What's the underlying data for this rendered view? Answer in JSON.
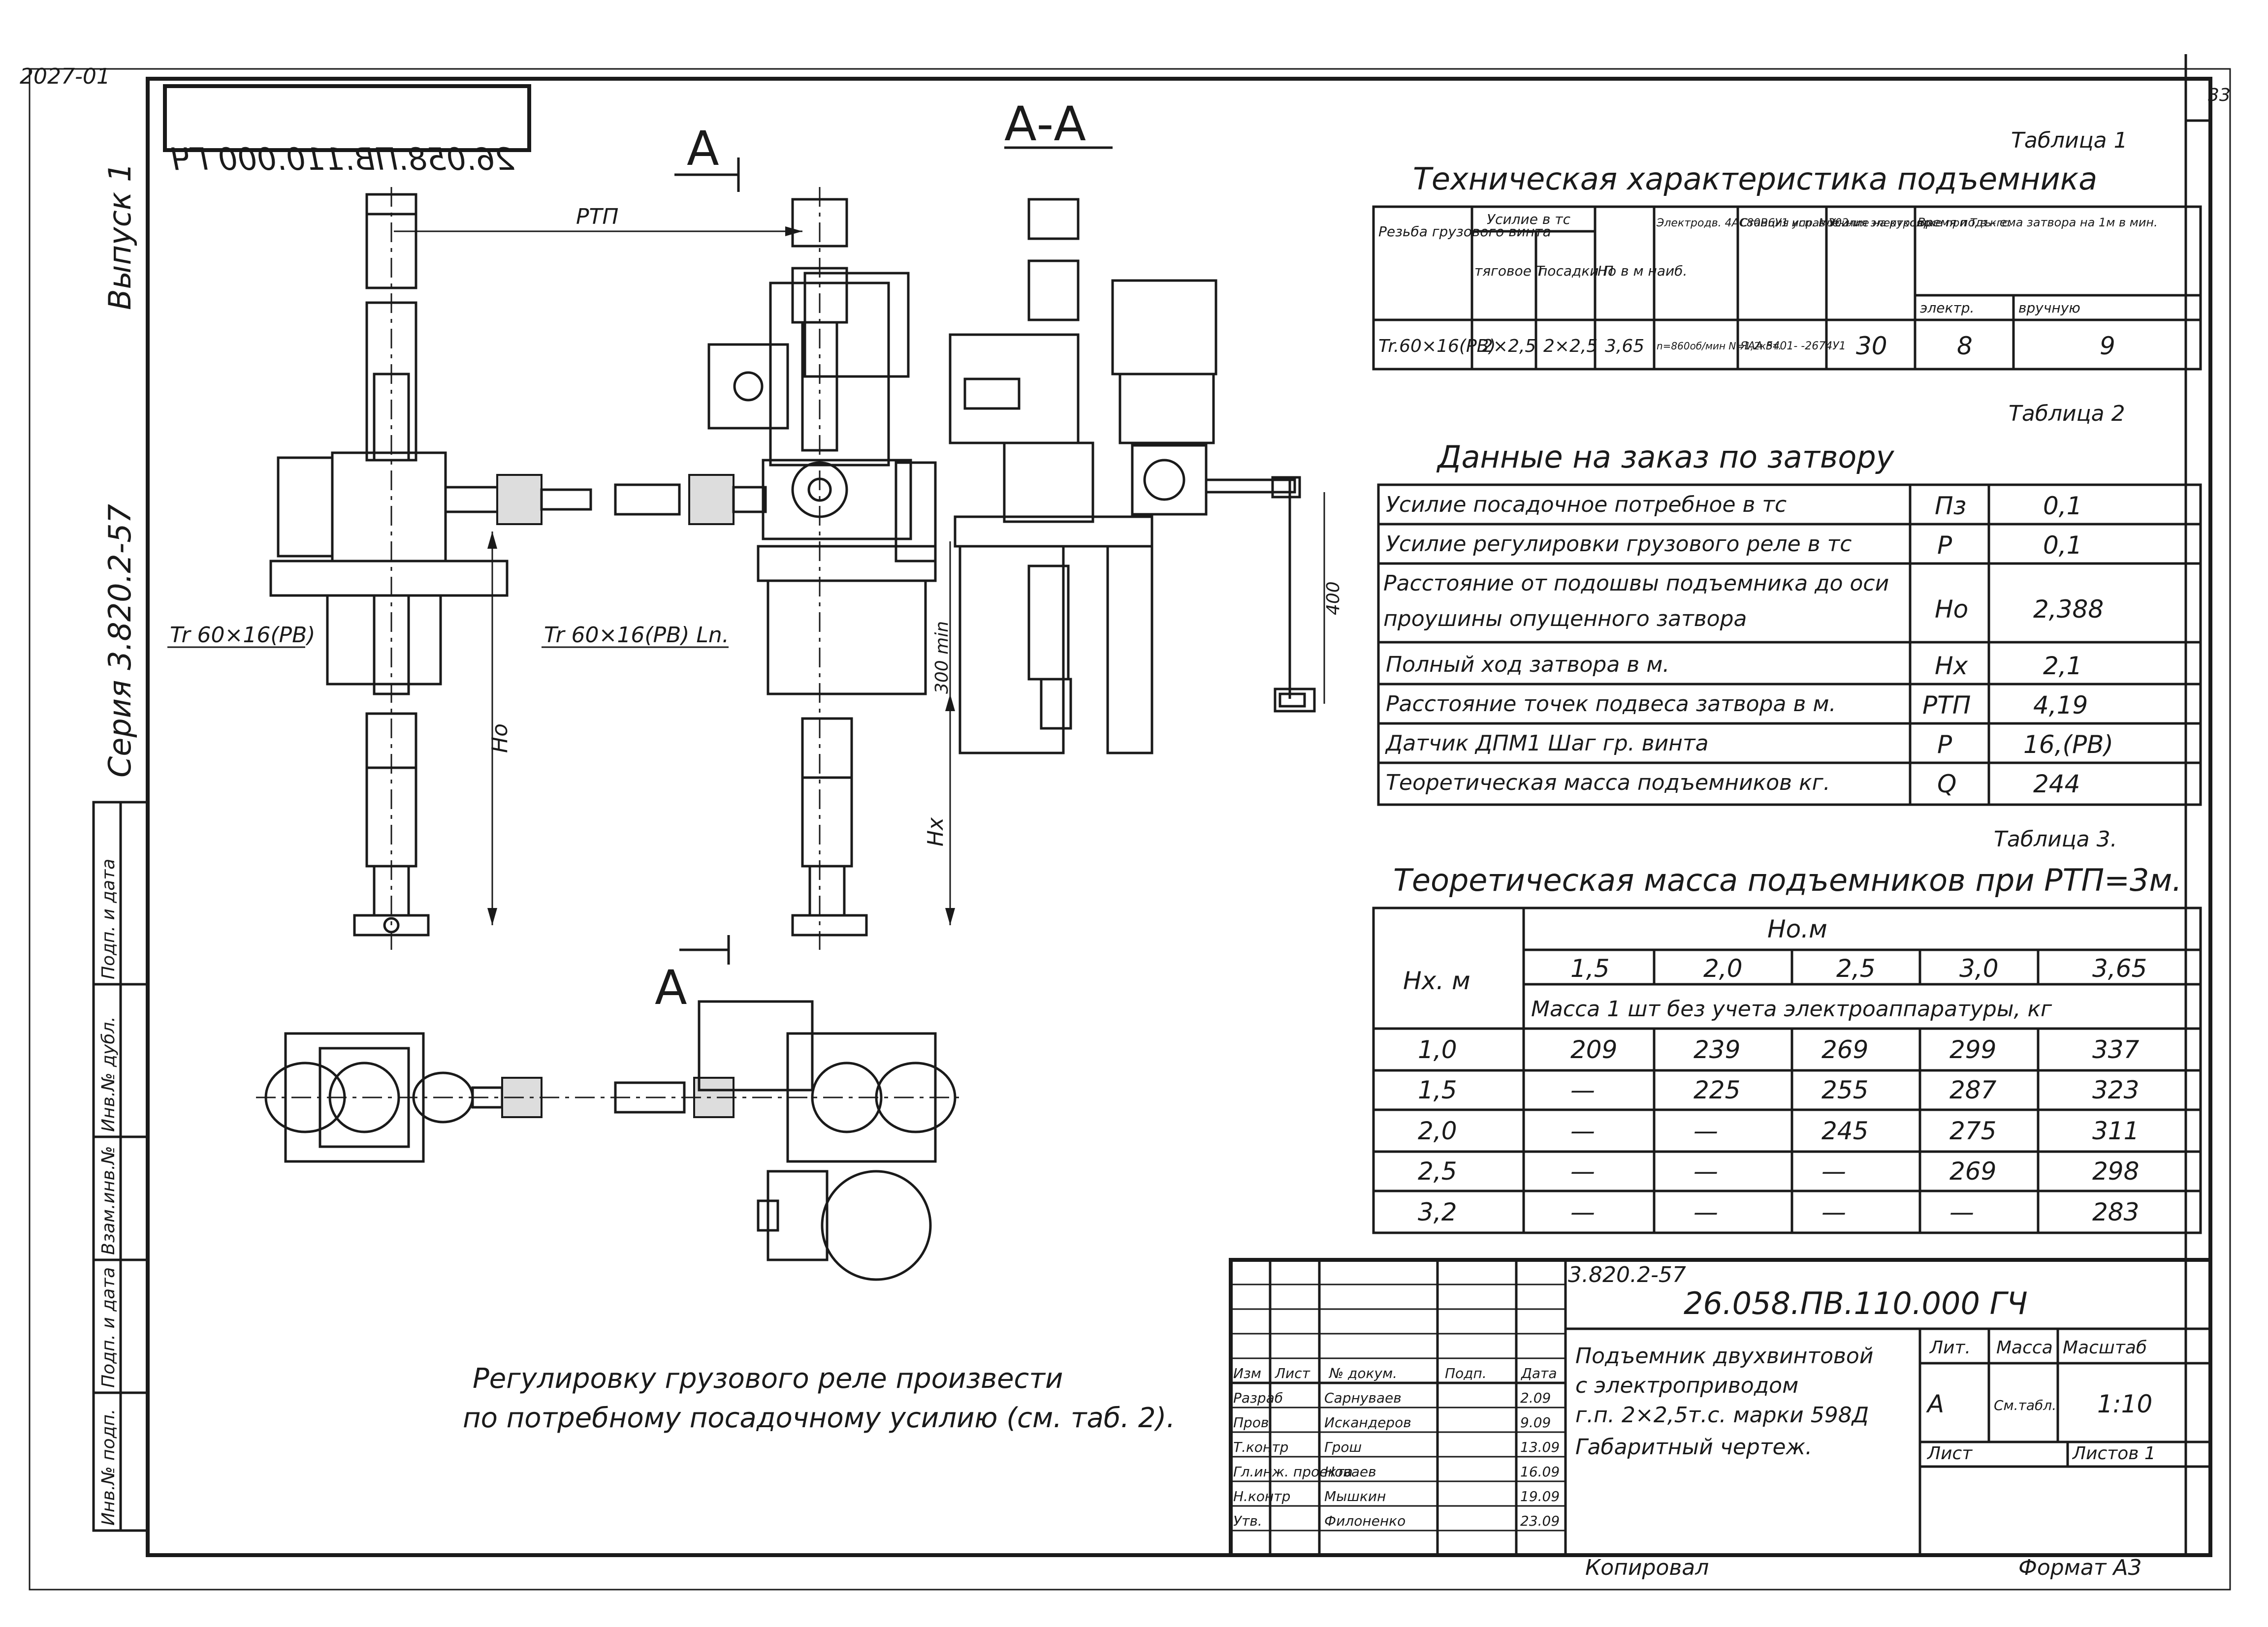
{
  "sheet_id": "2027-01",
  "sheet_number": "33",
  "series_side": "Серия 3.820.2-57",
  "issue_side": "Выпуск 1",
  "doc_code_mirrored": "26.058.ПВ.110.000 ГЧ",
  "view_labels": {
    "section": "А-А",
    "cut_a": "А"
  },
  "dims": {
    "rtp": "РТП",
    "thread_left": "Tr 60×16(PB)",
    "thread_mid": "Tr 60×16(PB) Ln.",
    "h0": "Ho",
    "hx": "Hx",
    "stroke": "300 min",
    "d400": "400"
  },
  "side_labels": [
    "Инв.№ подп.",
    "Подп. и дата",
    "Взам.инв.№",
    "Инв.№ дубл.",
    "Подп. и дата"
  ],
  "table1": {
    "caption": "Таблица 1",
    "title": "Техническая характеристика подъемника",
    "headers": {
      "thread": "Резьба грузового винта",
      "force_group": "Усилие в тс",
      "force_t": "тяговое Т",
      "force_p": "посадки П",
      "h0": "Нo в м наиб.",
      "motor": "Электродв. 4АС80В6У1 исп. М302",
      "station": "Станция управле- ния электропр.",
      "handle": "Усилие на рукоятке при Т в кгс.",
      "time_group": "Время подъ- ема затвора на 1м в мин.",
      "time_el": "электр.",
      "time_hand": "вручную"
    },
    "row": {
      "thread": "Tr.60×16(PB)",
      "t": "2×2,5",
      "p": "2×2,5",
      "h0": "3,65",
      "motor": "n=860об/мин N=1,2кВт.",
      "station": "ЯАА 5401- -2674У1",
      "handle": "30",
      "time_el": "8",
      "time_hand": "9"
    }
  },
  "table2": {
    "caption": "Таблица 2",
    "title": "Данные на заказ по затвору",
    "rows": [
      {
        "label": "Усилие посадочное потребное в тс",
        "sym": "Пз",
        "val": "0,1"
      },
      {
        "label": "Усилие регулировки грузового реле в тс",
        "sym": "Р",
        "val": "0,1"
      },
      {
        "label": "Расстояние от подошвы подъемника до оси проушины опущенного затвора",
        "sym": "Но",
        "val": "2,388"
      },
      {
        "label": "Полный ход затвора в м.",
        "sym": "Нх",
        "val": "2,1"
      },
      {
        "label": "Расстояние точек подвеса затвора в м.",
        "sym": "РТП",
        "val": "4,19"
      },
      {
        "label": "Датчик ДПМ1 Шаг гр. винта",
        "sym": "Р",
        "val": "16,(PB)"
      },
      {
        "label": "Теоретическая масса подъемников кг.",
        "sym": "Q",
        "val": "244"
      }
    ]
  },
  "table3": {
    "caption": "Таблица 3.",
    "title": "Теоретическая масса подъемников при РТП=3м.",
    "h0_header": "Но.м",
    "hx_header": "Нх. м",
    "sub_header": "Масса 1 шт без учета электроаппаратуры, кг",
    "cols": [
      "1,5",
      "2,0",
      "2,5",
      "3,0",
      "3,65"
    ],
    "rows": [
      {
        "hx": "1,0",
        "vals": [
          "209",
          "239",
          "269",
          "299",
          "337"
        ]
      },
      {
        "hx": "1,5",
        "vals": [
          "—",
          "225",
          "255",
          "287",
          "323"
        ]
      },
      {
        "hx": "2,0",
        "vals": [
          "—",
          "—",
          "245",
          "275",
          "311"
        ]
      },
      {
        "hx": "2,5",
        "vals": [
          "—",
          "—",
          "—",
          "269",
          "298"
        ]
      },
      {
        "hx": "3,2",
        "vals": [
          "—",
          "—",
          "—",
          "—",
          "283"
        ]
      }
    ]
  },
  "note": {
    "line1": "Регулировку грузового реле произвести",
    "line2": "по потребному посадочному усилию (см. таб. 2)."
  },
  "stamp": {
    "series": "3.820.2-57",
    "doc_code": "26.058.ПВ.110.000 ГЧ",
    "title_lines": [
      "Подъемник двухвинтовой",
      "с электроприводом",
      "г.п. 2×2,5т.с. марки 598Д",
      "Габаритный чертеж."
    ],
    "headers": {
      "izm": "Изм",
      "list": "Лист",
      "doc": "№ докум.",
      "sign": "Подп.",
      "date": "Дата"
    },
    "lit_label": "Лит.",
    "mass_label": "Масса",
    "scale_label": "Масштаб",
    "lit_value": "А",
    "mass_value": "См.табл.",
    "scale_value": "1:10",
    "sheet_label": "Лист",
    "sheets_label": "Листов 1",
    "roles": [
      {
        "role": "Разраб",
        "name": "Сарнуваев",
        "date": "2.09"
      },
      {
        "role": "Пров.",
        "name": "Искандеров",
        "date": "9.09"
      },
      {
        "role": "Т.контр",
        "name": "Грош",
        "date": "13.09"
      },
      {
        "role": "Гл.инж. проекта",
        "name": "Новаев",
        "date": "16.09"
      },
      {
        "role": "Н.контр",
        "name": "Мышкин",
        "date": "19.09"
      },
      {
        "role": "Утв.",
        "name": "Филоненко",
        "date": "23.09"
      }
    ],
    "copied": "Копировал",
    "format": "Формат А3"
  }
}
